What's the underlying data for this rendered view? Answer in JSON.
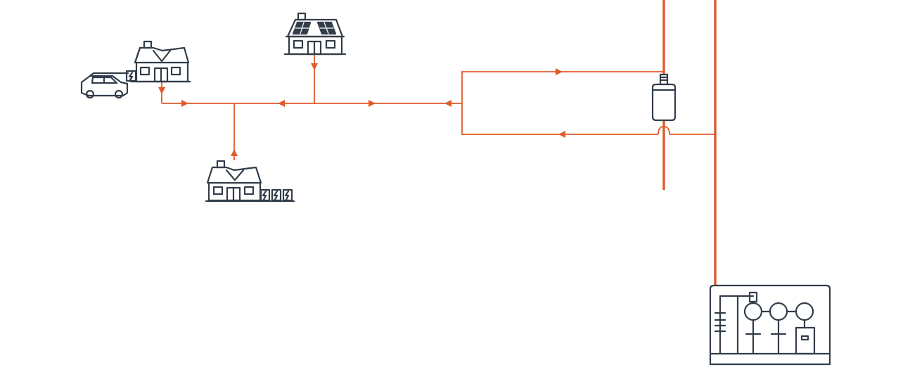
{
  "colors": {
    "flow": "#e05a2b",
    "icon_stroke": "#323d4a",
    "background": "#ffffff"
  },
  "nodes": [
    {
      "id": "house-ev",
      "icons": [
        "house-icon",
        "ev-charger-icon",
        "electric-car-icon"
      ]
    },
    {
      "id": "house-solar",
      "icons": [
        "house-icon",
        "solar-panel-icon"
      ]
    },
    {
      "id": "house-battery",
      "icons": [
        "house-icon",
        "battery-storage-icon"
      ]
    },
    {
      "id": "pole-transformer",
      "icons": [
        "pole-transformer-icon"
      ]
    },
    {
      "id": "substation",
      "icons": [
        "substation-icon"
      ]
    }
  ],
  "flows": [
    {
      "from": "house-ev",
      "to": "feeder",
      "direction": "out"
    },
    {
      "from": "house-solar",
      "to": "feeder",
      "direction": "out"
    },
    {
      "from": "feeder",
      "to": "house-battery",
      "direction": "in"
    },
    {
      "from": "feeder",
      "to": "pole-transformer",
      "direction": "out"
    },
    {
      "from": "pole-transformer",
      "to": "feeder",
      "direction": "in"
    }
  ]
}
